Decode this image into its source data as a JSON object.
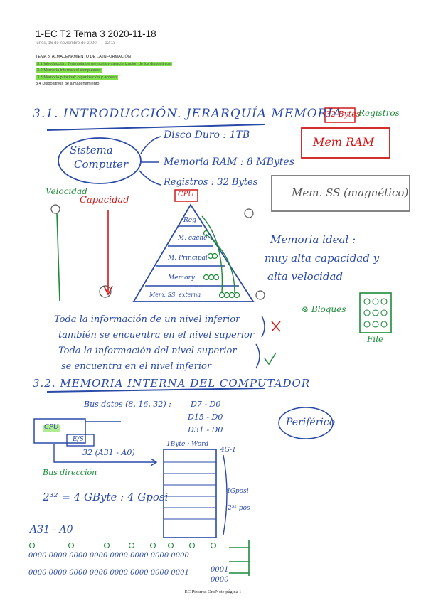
{
  "page": {
    "title": "1-EC T2 Tema 3 2020-11-18",
    "date": "lunes, 16 de noviembre de 2020",
    "time": "12:18",
    "toc": [
      {
        "text": "TEMA 3. ALMACENAMIENTO DE LA INFORMACIÓN",
        "highlight": false
      },
      {
        "text": "3.1 Introducción. Jerarquía de memoria y caracterización de los dispositivos",
        "highlight": true
      },
      {
        "text": "3.2 Memoria interna del computador",
        "highlight": true
      },
      {
        "text": "3.3 Memoria principal: organización y acceso",
        "highlight": true
      },
      {
        "text": "3.4 Dispositivos de almacenamiento",
        "highlight": false
      }
    ],
    "footer": "EC Pizarras OneNote página 1"
  },
  "notes": {
    "heading1": "3.1. INTRODUCCIÓN. JERARQUÍA MEMORIA",
    "sistema": "Sistema",
    "computer": "Computer",
    "disco": "Disco Duro : 1TB",
    "ram": "Memoria RAM : 8 MBytes",
    "registros": "Registros : 32 Bytes",
    "reg_box": "32 Bytes",
    "reg_label": "Registros",
    "mem_ram_box": "Mem RAM",
    "mem_ss_box": "Mem. SS (magnético)",
    "velocidad": "Velocidad",
    "capacidad": "Capacidad",
    "cpu_tag": "CPU",
    "pyr_levels": [
      "Reg",
      "M. caché",
      "M. Principal",
      "Memory",
      "Mem. SS, externa"
    ],
    "ideal1": "Memoria ideal :",
    "ideal2": "muy alta capacidad y",
    "ideal3": "alta velocidad",
    "bloques": "⊗ Bloques",
    "file": "File",
    "stmt1": "Toda la información de un nivel inferior",
    "stmt2": "también se encuentra en el nivel superior",
    "stmt3": "Toda la información del nivel superior",
    "stmt4": "se encuentra en el nivel inferior",
    "heading2": "3.2. MEMORIA INTERNA DEL COMPUTADOR",
    "bus_datos": "Bus datos (8, 16, 32) :",
    "d7": "D7 - D0",
    "d15": "D15 - D0",
    "d31": "D31 - D0",
    "cpu2": "CPU",
    "es": "E/S",
    "a31": "32 (A31 - A0)",
    "bus_dir": "Bus dirección",
    "byte_word": "1Byte : Word",
    "top_addr": "4G-1",
    "periferico": "Periférico",
    "formula": "2³² = 4 GByte : 4 Gposi",
    "a_label": "A31 - A0",
    "side1": "4Gposi",
    "side2": "2³² pos",
    "bin_rows": [
      "0000 0000 0000 0000 0000 0000 0000 0000",
      "0000 0000 0000 0000 0000 0000 0000 0001"
    ],
    "addr1": "0001",
    "addr0": "0000"
  },
  "colors": {
    "blue": "#2a4aa8",
    "red": "#d01818",
    "green": "#1f8a3a",
    "highlight": "#7fe04a"
  }
}
